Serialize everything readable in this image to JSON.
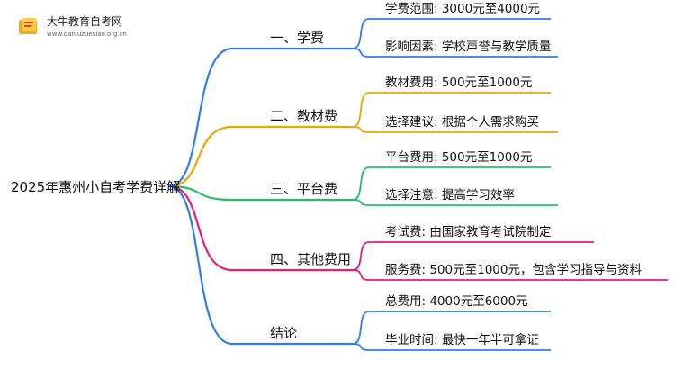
{
  "logo": {
    "title": "大牛教育自考网",
    "url": "www.daniuzuesiao.org.cn"
  },
  "root": {
    "label": "2025年惠州小自考学费详解"
  },
  "branches": [
    {
      "label": "一、学费",
      "color": "#2f7bf5",
      "leaves": [
        "学费范围: 3000元至4000元",
        "影响因素: 学校声誉与教学质量"
      ]
    },
    {
      "label": "二、教材费",
      "color": "#f0a400",
      "leaves": [
        "教材费用: 500元至1000元",
        "选择建议: 根据个人需求购买"
      ]
    },
    {
      "label": "三、平台费",
      "color": "#23c06b",
      "leaves": [
        "平台费用: 500元至1000元",
        "选择注意: 提高学习效率"
      ]
    },
    {
      "label": "四、其他费用",
      "color": "#e8197a",
      "leaves": [
        "考试费: 由国家教育考试院制定",
        "服务费: 500元至1000元，包含学习指导与资料"
      ]
    },
    {
      "label": "结论",
      "color": "#2f7bf5",
      "leaves": [
        "总费用: 4000元至6000元",
        "毕业时间: 最快一年半可拿证"
      ]
    }
  ]
}
